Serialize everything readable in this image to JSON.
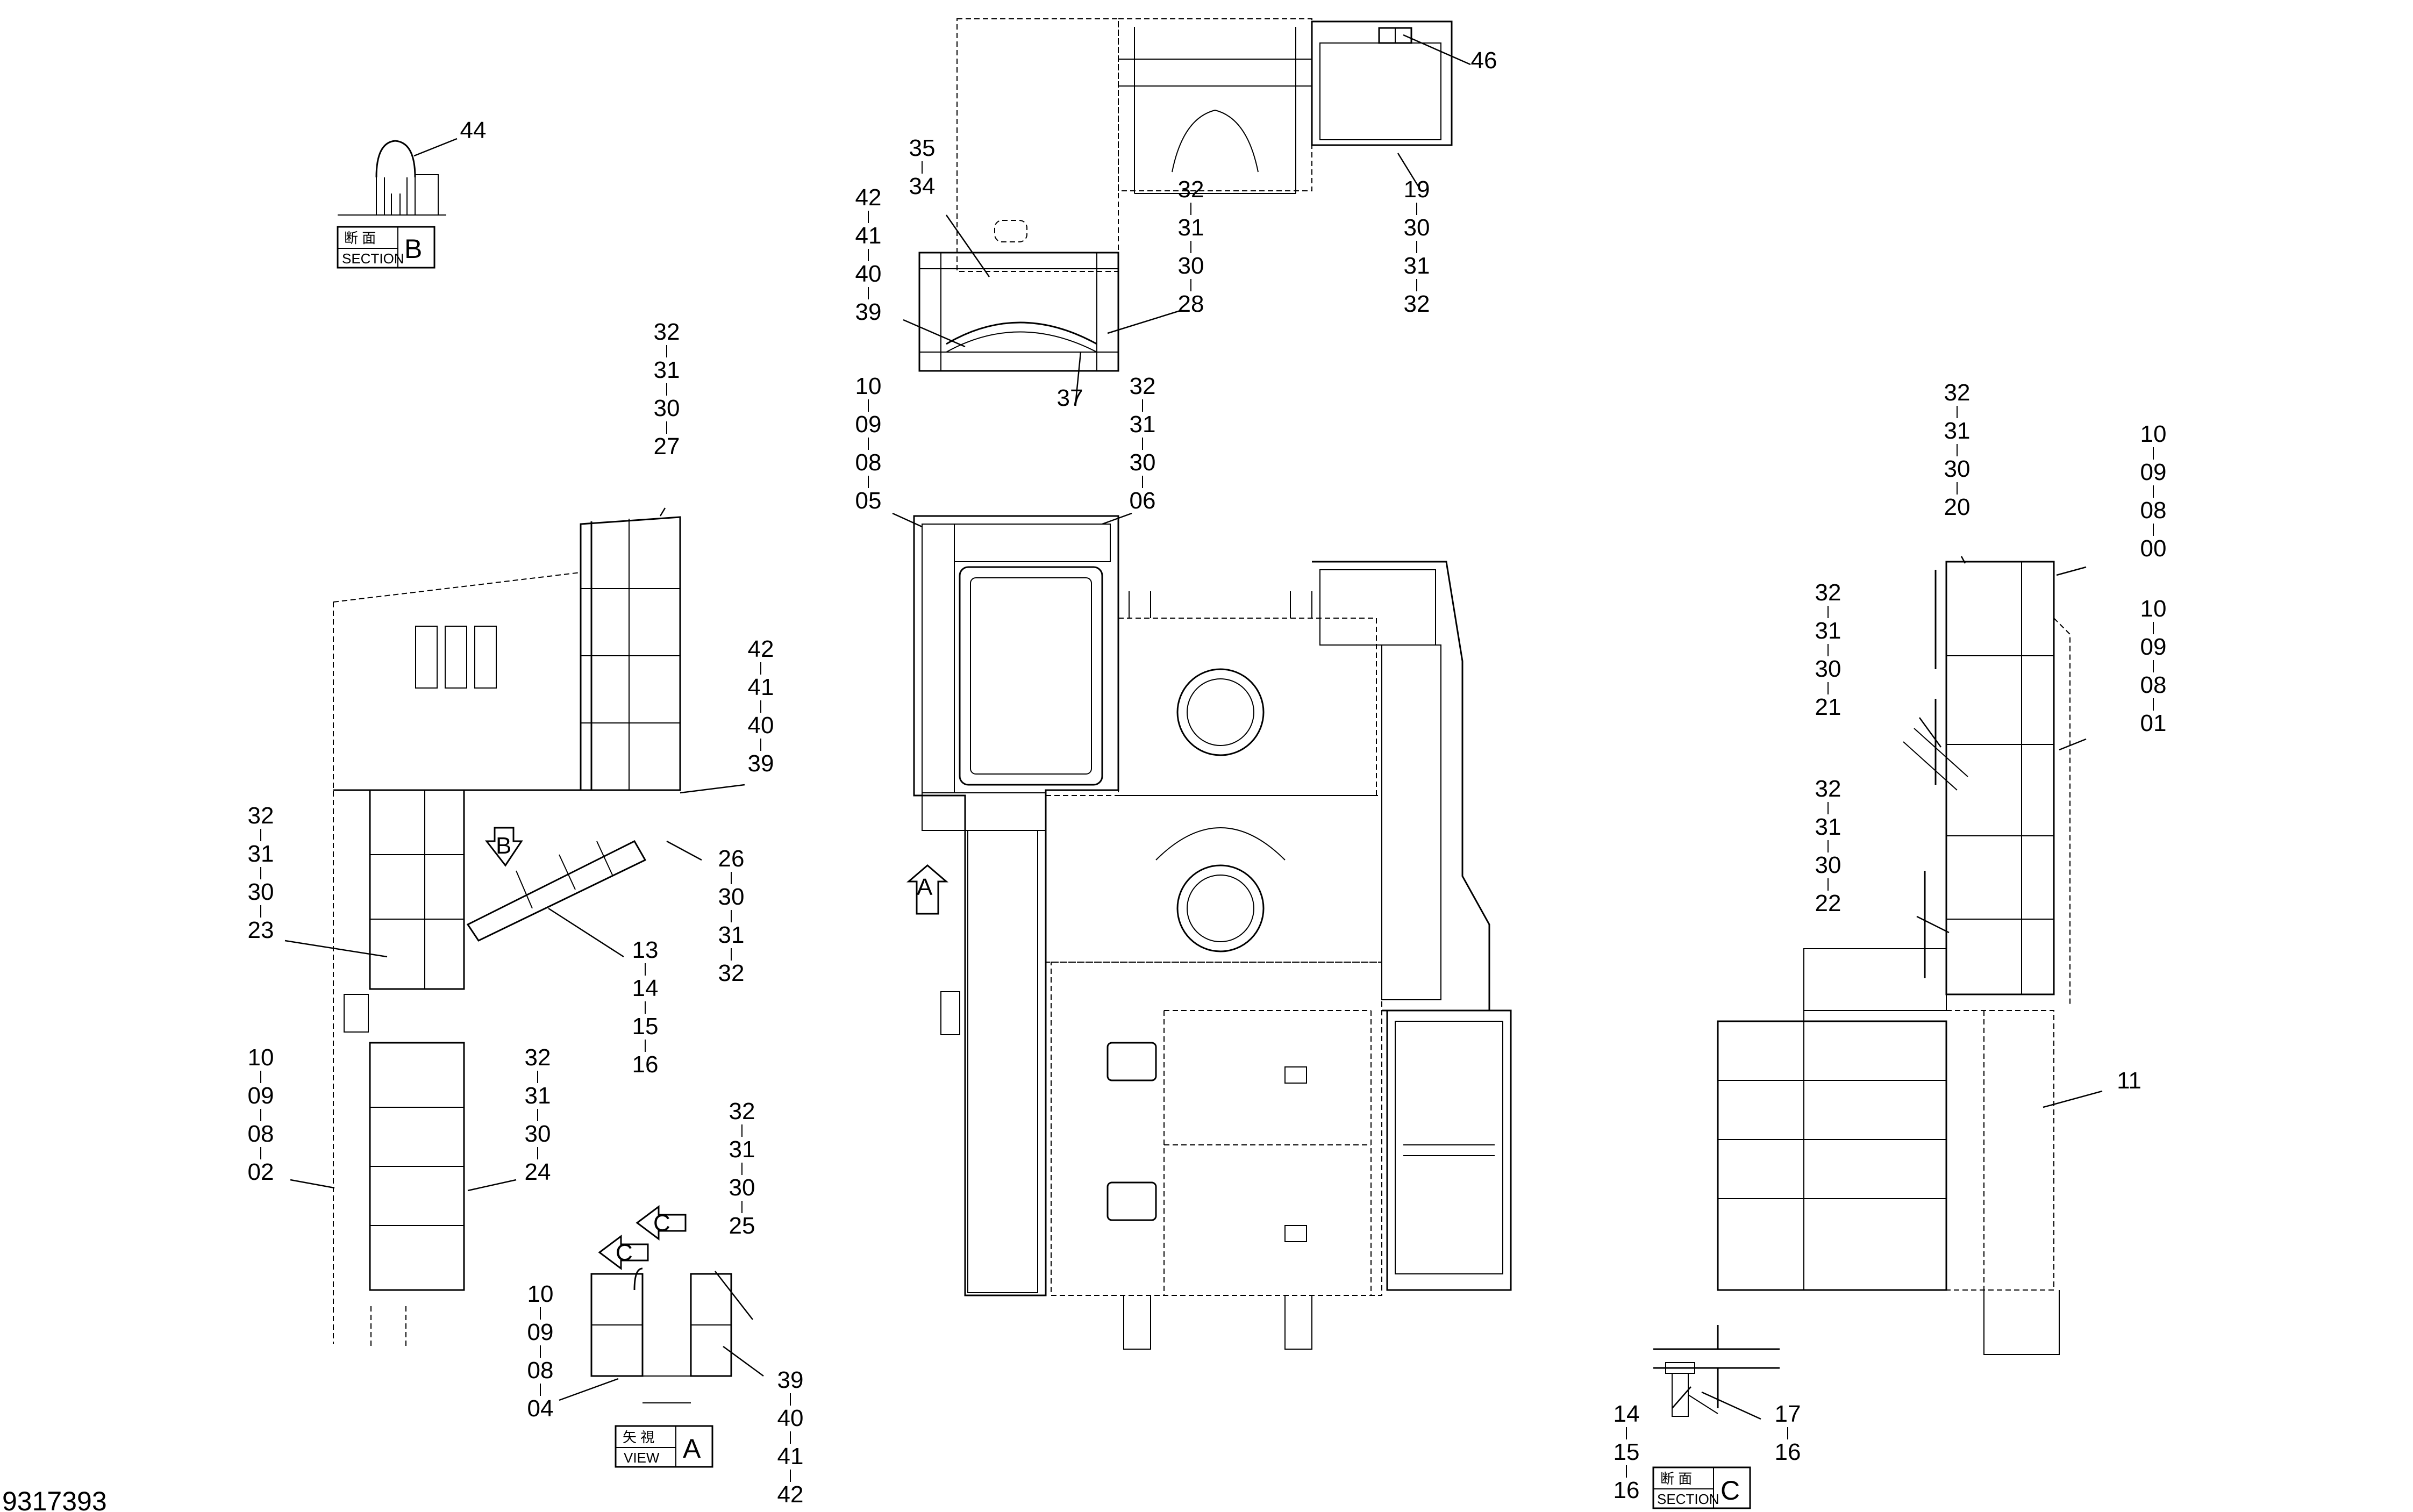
{
  "drawing_number": "9317393",
  "views": {
    "section_b": {
      "kanji": "断 面",
      "sub": "SECTION",
      "letter": "B"
    },
    "section_c": {
      "kanji": "断 面",
      "sub": "SECTION",
      "letter": "C"
    },
    "view_a": {
      "kanji": "矢 視",
      "sub": "VIEW",
      "letter": "A"
    },
    "arrow_a": "A",
    "arrow_b": "B",
    "arrow_c1": "C",
    "arrow_c2": "C"
  },
  "callouts": [
    {
      "id": "c44",
      "lines": [
        "44"
      ]
    },
    {
      "id": "c35",
      "lines": [
        "35",
        "34"
      ]
    },
    {
      "id": "c42a",
      "lines": [
        "42",
        "41",
        "40",
        "39"
      ]
    },
    {
      "id": "c37",
      "lines": [
        "37"
      ]
    },
    {
      "id": "c32a",
      "lines": [
        "32",
        "31",
        "30",
        "28"
      ]
    },
    {
      "id": "c46",
      "lines": [
        "46"
      ]
    },
    {
      "id": "c19",
      "lines": [
        "19",
        "30",
        "31",
        "32"
      ]
    },
    {
      "id": "c10a",
      "lines": [
        "10",
        "09",
        "08",
        "05"
      ]
    },
    {
      "id": "c32b",
      "lines": [
        "32",
        "31",
        "30",
        "06"
      ]
    },
    {
      "id": "c32c",
      "lines": [
        "32",
        "31",
        "30",
        "27"
      ]
    },
    {
      "id": "c42b",
      "lines": [
        "42",
        "41",
        "40",
        "39"
      ]
    },
    {
      "id": "c26",
      "lines": [
        "26",
        "30",
        "31",
        "32"
      ]
    },
    {
      "id": "c32d",
      "lines": [
        "32",
        "31",
        "30",
        "23"
      ]
    },
    {
      "id": "c13",
      "lines": [
        "13",
        "14",
        "15",
        "16"
      ]
    },
    {
      "id": "c10b",
      "lines": [
        "10",
        "09",
        "08",
        "02"
      ]
    },
    {
      "id": "c32e",
      "lines": [
        "32",
        "31",
        "30",
        "24"
      ]
    },
    {
      "id": "c32f",
      "lines": [
        "32",
        "31",
        "30",
        "25"
      ]
    },
    {
      "id": "c10c",
      "lines": [
        "10",
        "09",
        "08",
        "04"
      ]
    },
    {
      "id": "c39",
      "lines": [
        "39",
        "40",
        "41",
        "42"
      ]
    },
    {
      "id": "c32g",
      "lines": [
        "32",
        "31",
        "30",
        "20"
      ]
    },
    {
      "id": "c10d",
      "lines": [
        "10",
        "09",
        "08",
        "00"
      ]
    },
    {
      "id": "c32h",
      "lines": [
        "32",
        "31",
        "30",
        "21"
      ]
    },
    {
      "id": "c10e",
      "lines": [
        "10",
        "09",
        "08",
        "01"
      ]
    },
    {
      "id": "c32i",
      "lines": [
        "32",
        "31",
        "30",
        "22"
      ]
    },
    {
      "id": "c11",
      "lines": [
        "11"
      ]
    },
    {
      "id": "c14",
      "lines": [
        "14",
        "15",
        "16"
      ]
    },
    {
      "id": "c17",
      "lines": [
        "17",
        "16"
      ]
    }
  ]
}
